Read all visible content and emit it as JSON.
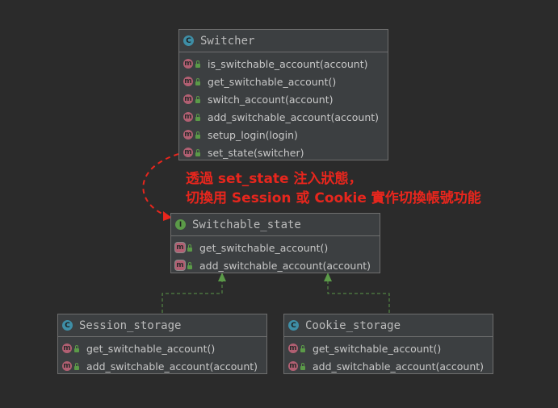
{
  "switcher": {
    "name": "Switcher",
    "methods": [
      "is_switchable_account(account)",
      "get_switchable_account()",
      "switch_account(account)",
      "add_switchable_account(account)",
      "setup_login(login)",
      "set_state(switcher)"
    ]
  },
  "switchable_state": {
    "name": "Switchable_state",
    "methods": [
      "get_switchable_account()",
      "add_switchable_account(account)"
    ]
  },
  "session_storage": {
    "name": "Session_storage",
    "methods": [
      "get_switchable_account()",
      "add_switchable_account(account)"
    ]
  },
  "cookie_storage": {
    "name": "Cookie_storage",
    "methods": [
      "get_switchable_account()",
      "add_switchable_account(account)"
    ]
  },
  "annotation": {
    "line1": "透過 set_state 注入狀態，",
    "line2": "切換用 Session 或 Cookie 實作切換帳號功能"
  },
  "icons": {
    "class_badge": "C",
    "interface_badge": "I",
    "method_badge": "m"
  },
  "colors": {
    "background": "#2b2b2b",
    "box": "#3c3f41",
    "annotation": "#e8261d",
    "arrow": "#5b9a48",
    "dependency_arrow": "#e8261d"
  }
}
